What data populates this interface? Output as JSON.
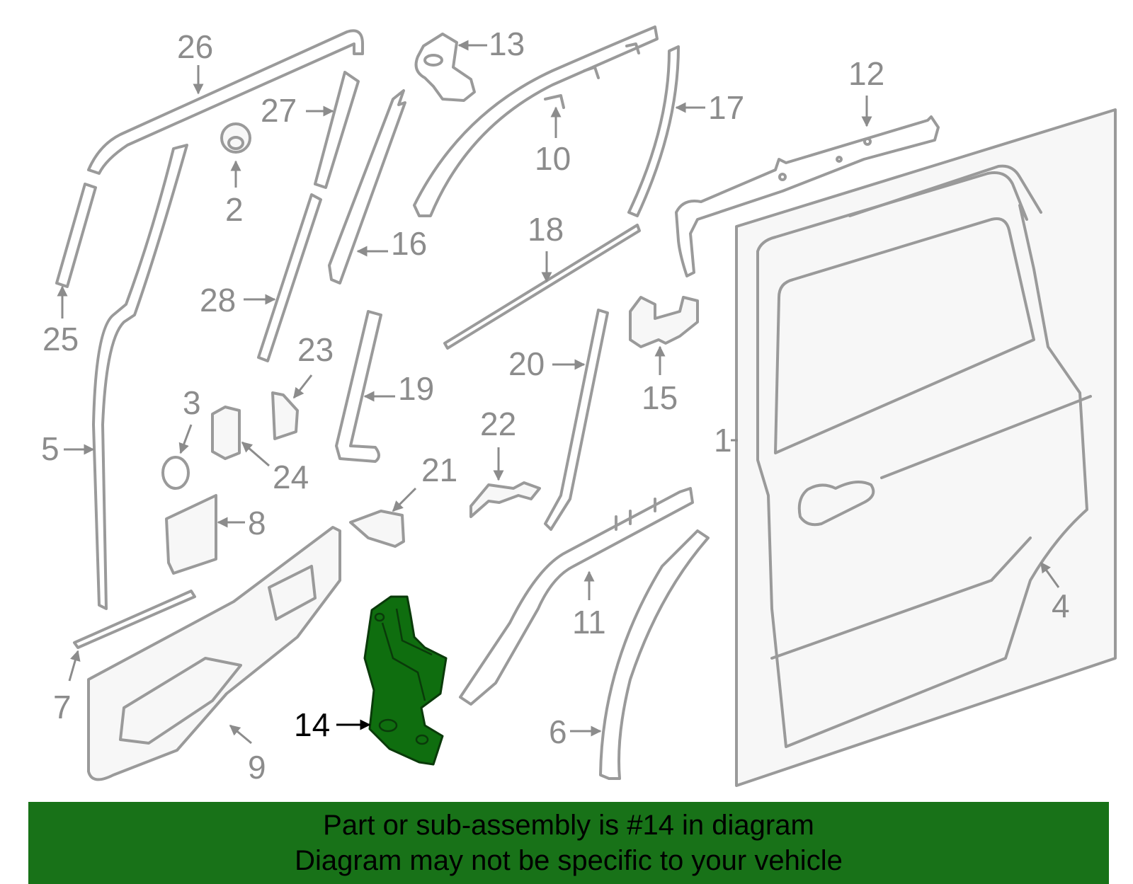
{
  "diagram": {
    "callouts": {
      "c1": "1",
      "c2": "2",
      "c3": "3",
      "c4": "4",
      "c5": "5",
      "c6": "6",
      "c7": "7",
      "c8": "8",
      "c9": "9",
      "c10": "10",
      "c11": "11",
      "c12": "12",
      "c13": "13",
      "c14": "14",
      "c15": "15",
      "c16": "16",
      "c17": "17",
      "c18": "18",
      "c19": "19",
      "c20": "20",
      "c21": "21",
      "c22": "22",
      "c23": "23",
      "c24": "24",
      "c25": "25",
      "c26": "26",
      "c27": "27",
      "c28": "28"
    },
    "highlighted_part": "14",
    "colors": {
      "outline": "#9a9a9a",
      "highlight": "#0f6e0f",
      "banner": "#187218"
    }
  },
  "banner": {
    "line1": "Part or sub-assembly is #14 in diagram",
    "line2": "Diagram may not be specific to your vehicle"
  }
}
